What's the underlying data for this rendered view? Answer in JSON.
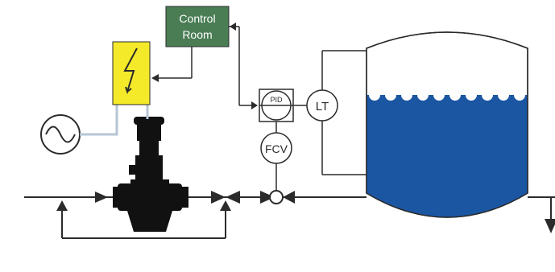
{
  "control_room": {
    "line1": "Control",
    "line2": "Room",
    "fill": "#4a7d54"
  },
  "electrical_panel": {
    "fill": "#f4ea2a"
  },
  "instruments": {
    "pid": "PID",
    "level_transmitter": "LT",
    "flow_control_valve": "FCV"
  },
  "tank": {
    "liquid_color": "#1b56a3"
  },
  "icons": {
    "lightning": "lightning-bolt-icon",
    "ac_source": "sine-wave-icon",
    "pump": "vertical-pump-icon",
    "valve": "control-valve-icon"
  }
}
